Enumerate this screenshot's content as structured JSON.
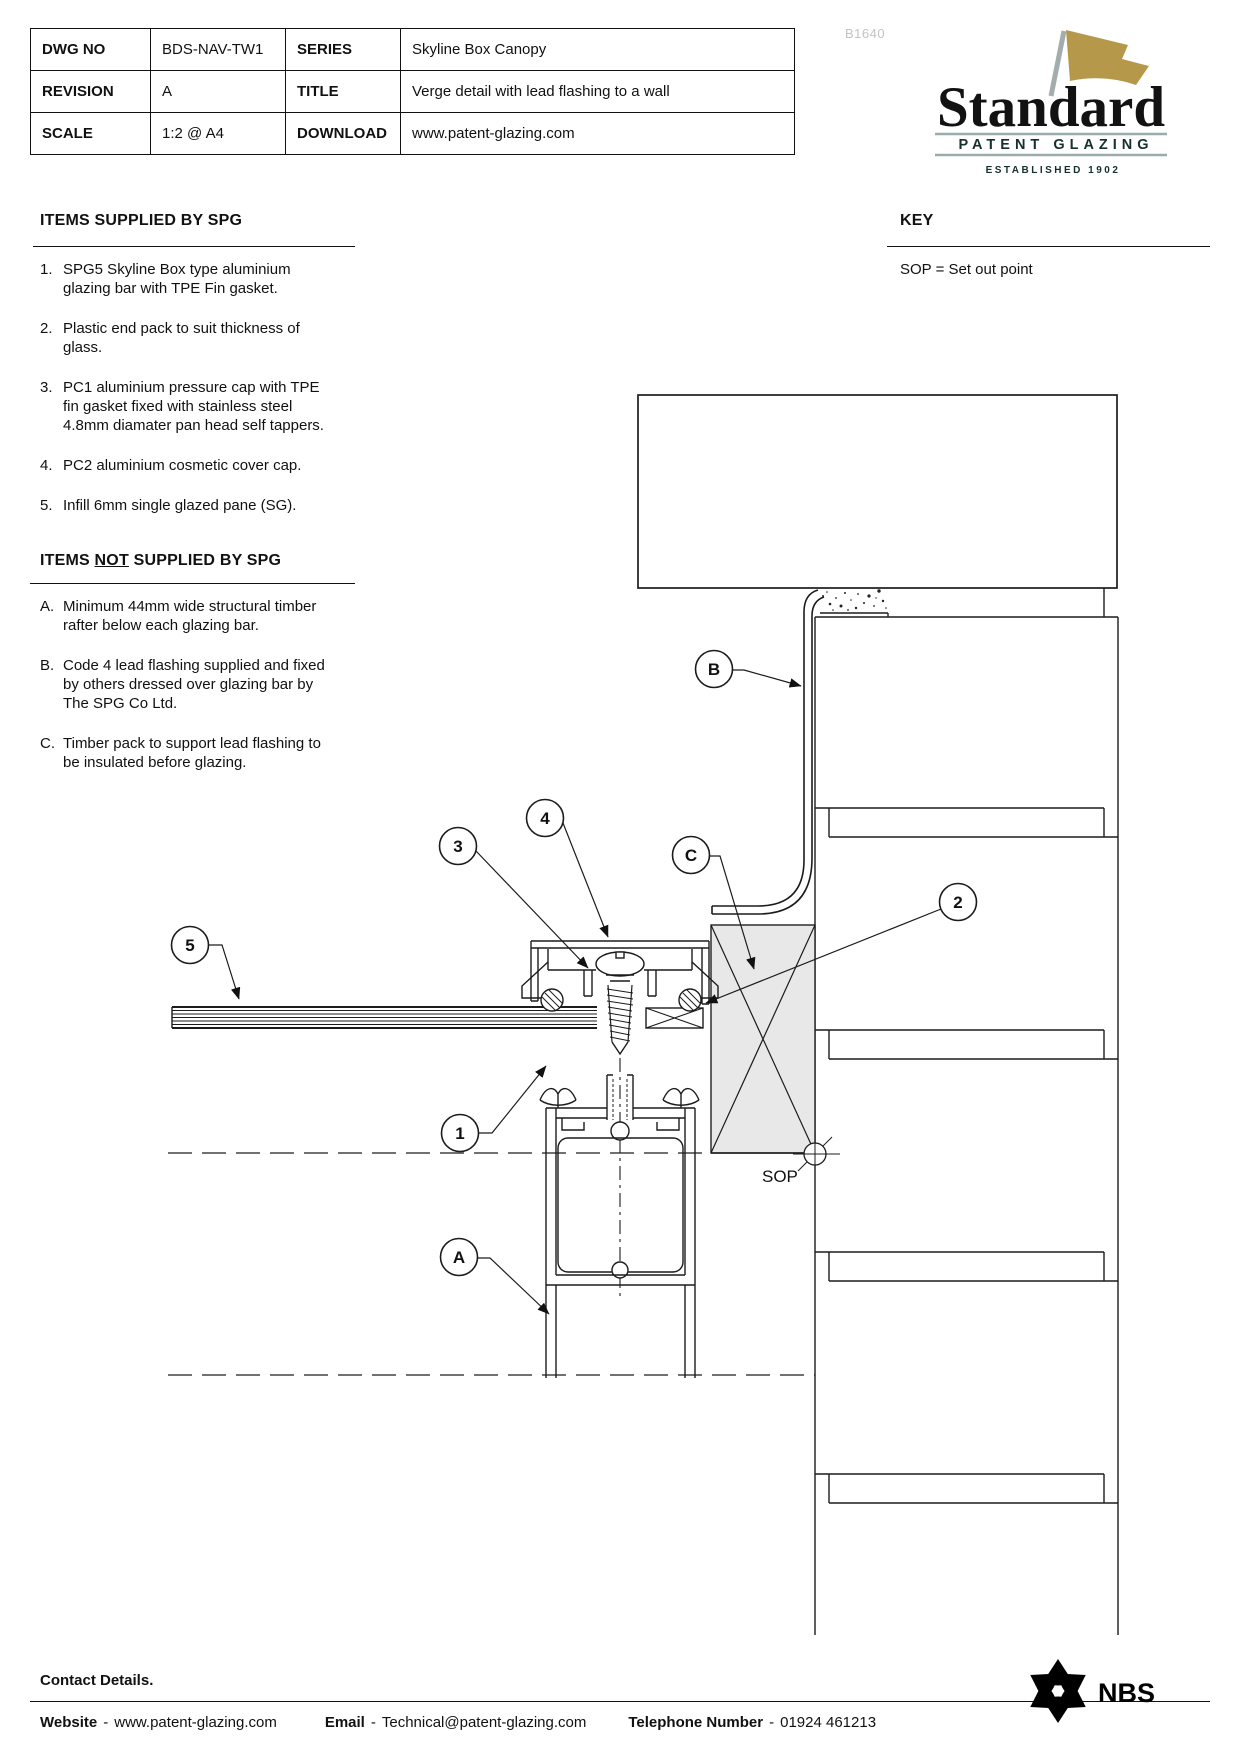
{
  "watermark": "B1640",
  "title_block": {
    "rows": [
      {
        "l1": "DWG NO",
        "v1": "BDS-NAV-TW1",
        "l2": "SERIES",
        "v2": "Skyline Box Canopy"
      },
      {
        "l1": "REVISION",
        "v1": "A",
        "l2": "TITLE",
        "v2": "Verge detail with lead flashing to a wall"
      },
      {
        "l1": "SCALE",
        "v1": "1:2 @ A4",
        "l2": "DOWNLOAD",
        "v2": "www.patent-glazing.com"
      }
    ]
  },
  "brand": {
    "name": "Standard",
    "tagline": "PATENT GLAZING",
    "established": "ESTABLISHED 1902"
  },
  "supplied": {
    "heading": "ITEMS SUPPLIED BY SPG",
    "items": [
      {
        "n": "1.",
        "t": "SPG5 Skyline Box type aluminium glazing bar with TPE Fin gasket."
      },
      {
        "n": "2.",
        "t": "Plastic end pack to suit thickness of glass."
      },
      {
        "n": "3.",
        "t": "PC1 aluminium pressure cap with TPE fin gasket fixed with stainless steel 4.8mm diamater pan head self tappers."
      },
      {
        "n": "4.",
        "t": "PC2 aluminium cosmetic cover cap."
      },
      {
        "n": "5.",
        "t": "Infill 6mm single glazed pane (SG)."
      }
    ]
  },
  "not_supplied": {
    "heading_pre": "ITEMS ",
    "heading_not": "NOT",
    "heading_post": " SUPPLIED BY SPG",
    "items": [
      {
        "n": "A.",
        "t": "Minimum 44mm wide structural timber rafter below each glazing bar."
      },
      {
        "n": "B.",
        "t": "Code 4 lead flashing supplied and fixed by others dressed over glazing bar by The SPG Co Ltd."
      },
      {
        "n": "C.",
        "t": "Timber pack to support lead flashing to be insulated before glazing."
      }
    ]
  },
  "key": {
    "heading": "KEY",
    "entry": "SOP = Set out point"
  },
  "drawing": {
    "callouts": [
      {
        "label": "1"
      },
      {
        "label": "2"
      },
      {
        "label": "3"
      },
      {
        "label": "4"
      },
      {
        "label": "5"
      },
      {
        "label": "A"
      },
      {
        "label": "B"
      },
      {
        "label": "C"
      }
    ],
    "sop": "SOP"
  },
  "footer": {
    "contact": "Contact Details.",
    "website_label": "Website",
    "website": "www.patent-glazing.com",
    "email_label": "Email",
    "email": "Technical@patent-glazing.com",
    "phone_label": "Telephone Number",
    "phone": "01924 461213",
    "sep": "-",
    "nbs": "NBS"
  },
  "colors": {
    "flag_gold": "#b6984a",
    "rule_gray": "#9aabab",
    "timber_fill": "#e8e8e8"
  }
}
